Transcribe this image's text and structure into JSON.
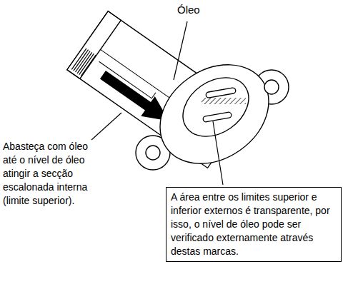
{
  "diagram": {
    "nodes": [
      {
        "text": [
          "A área entre os limites superior e inferior externos é transparente, por isso, o nível de óleo pode ser verificado externamente através destas marcas."
        ]
      }
    ],
    "labels": [
      "Óleo",
      "Abasteça com óleo até o nível de óleo atingir a secção escalonada interna (limite superior)."
    ]
  }
}
